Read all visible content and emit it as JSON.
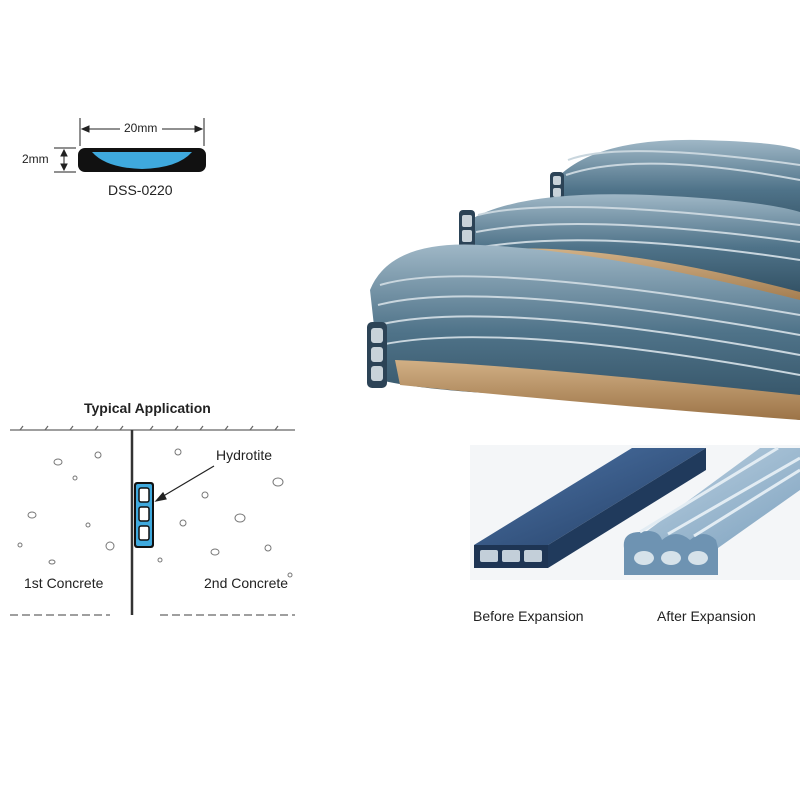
{
  "profile": {
    "width_label": "20mm",
    "height_label": "2mm",
    "code": "DSS-0220"
  },
  "application": {
    "title": "Typical Application",
    "product_label": "Hydrotite",
    "left_label": "1st Concrete",
    "right_label": "2nd Concrete"
  },
  "expansion": {
    "before_label": "Before Expansion",
    "after_label": "After Expansion"
  },
  "colors": {
    "profile_fill": "#3fa9dd",
    "strip_before": "#2c4f7e",
    "strip_after": "#8fb3cf",
    "coil_outer": "#4c6f85",
    "coil_backing": "#b88e5e"
  }
}
